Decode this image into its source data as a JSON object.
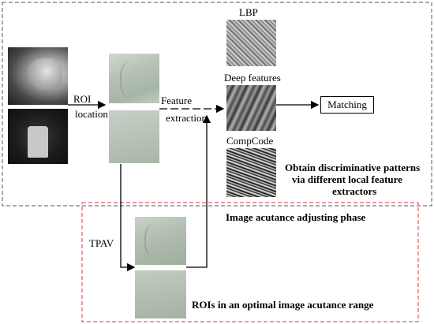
{
  "labels": {
    "lbp": "LBP",
    "deep_features": "Deep features",
    "compcode": "CompCode",
    "roi": "ROI",
    "location": "location",
    "feature": "Feature",
    "extraction": "extraction",
    "matching": "Matching",
    "tpav": "TPAV",
    "obtain_line1": "Obtain discriminative patterns",
    "obtain_line2": "via different local feature",
    "obtain_line3": "extractors",
    "adjust_phase": "Image acutance adjusting phase",
    "rois_optimal": "ROIs in an optimal image acutance range"
  },
  "colors": {
    "outer_border": "#555555",
    "inner_border": "#e0393e",
    "arrow": "#000000"
  }
}
